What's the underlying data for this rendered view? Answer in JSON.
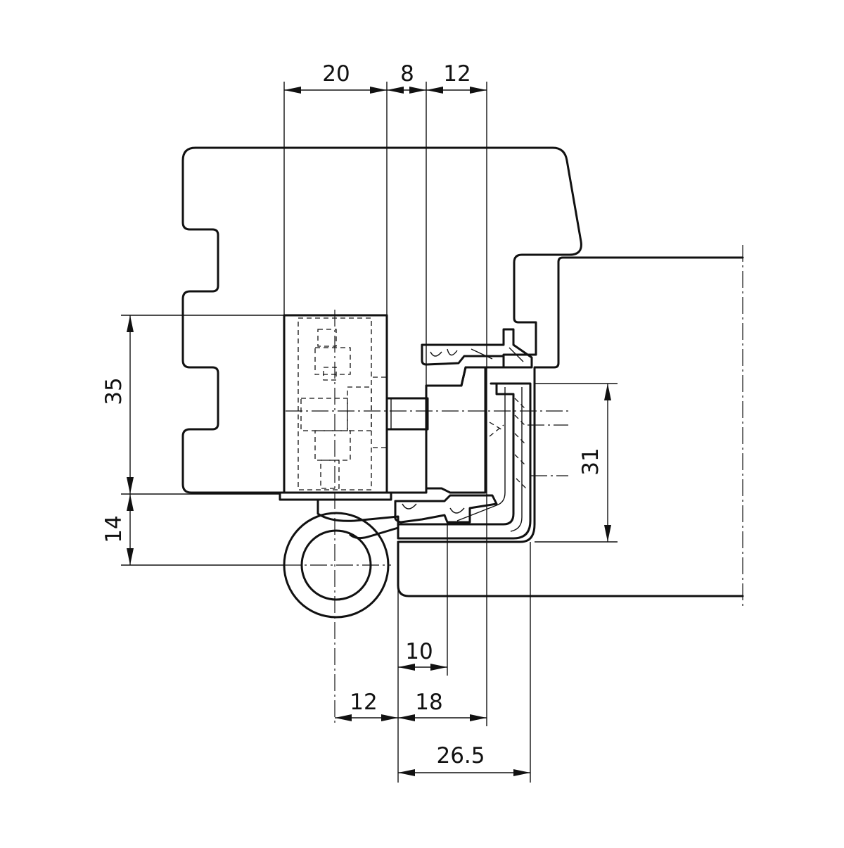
{
  "dimensions": {
    "top_20": "20",
    "top_8": "8",
    "top_12": "12",
    "left_35": "35",
    "left_14": "14",
    "right_31": "31",
    "bottom_10": "10",
    "bottom_12": "12",
    "bottom_18": "18",
    "bottom_26_5": "26.5"
  }
}
